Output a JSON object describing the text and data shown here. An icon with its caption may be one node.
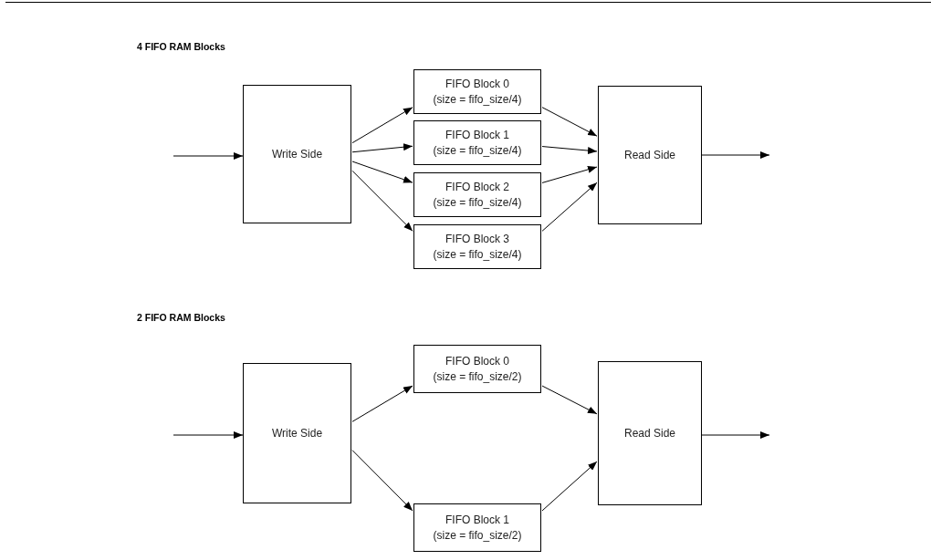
{
  "diagram": {
    "nodes": [
      {
        "text": [
          "Write Side"
        ]
      },
      {
        "text": [
          "FIFO Block 0",
          "(size = fifo_size/4)"
        ]
      },
      {
        "text": [
          "FIFO Block 1",
          "(size = fifo_size/4)"
        ]
      },
      {
        "text": [
          "FIFO Block 2",
          "(size = fifo_size/4)"
        ]
      },
      {
        "text": [
          "FIFO Block 3",
          "(size = fifo_size/4)"
        ]
      },
      {
        "text": [
          "Read Side"
        ]
      },
      {
        "text": [
          "Write Side"
        ]
      },
      {
        "text": [
          "FIFO Block 0",
          "(size = fifo_size/2)"
        ]
      },
      {
        "text": [
          "FIFO Block 1",
          "(size = fifo_size/2)"
        ]
      },
      {
        "text": [
          "Read Side"
        ]
      }
    ],
    "edges": [
      {
        "from": null,
        "to": 0,
        "arrow": "to"
      },
      {
        "from": 0,
        "to": 1,
        "arrow": "to"
      },
      {
        "from": 0,
        "to": 2,
        "arrow": "to"
      },
      {
        "from": 0,
        "to": 3,
        "arrow": "to"
      },
      {
        "from": 0,
        "to": 4,
        "arrow": "to"
      },
      {
        "from": 1,
        "to": 5,
        "arrow": "to"
      },
      {
        "from": 2,
        "to": 5,
        "arrow": "to"
      },
      {
        "from": 3,
        "to": 5,
        "arrow": "to"
      },
      {
        "from": 4,
        "to": 5,
        "arrow": "to"
      },
      {
        "from": 5,
        "to": null,
        "arrow": "to"
      },
      {
        "from": null,
        "to": 6,
        "arrow": "to"
      },
      {
        "from": 6,
        "to": 7,
        "arrow": "to"
      },
      {
        "from": 6,
        "to": 8,
        "arrow": "to"
      },
      {
        "from": 7,
        "to": 9,
        "arrow": "to"
      },
      {
        "from": 8,
        "to": 9,
        "arrow": "to"
      },
      {
        "from": 9,
        "to": null,
        "arrow": "to"
      }
    ],
    "labels": [
      "4 FIFO RAM Blocks",
      "2 FIFO RAM Blocks"
    ]
  }
}
